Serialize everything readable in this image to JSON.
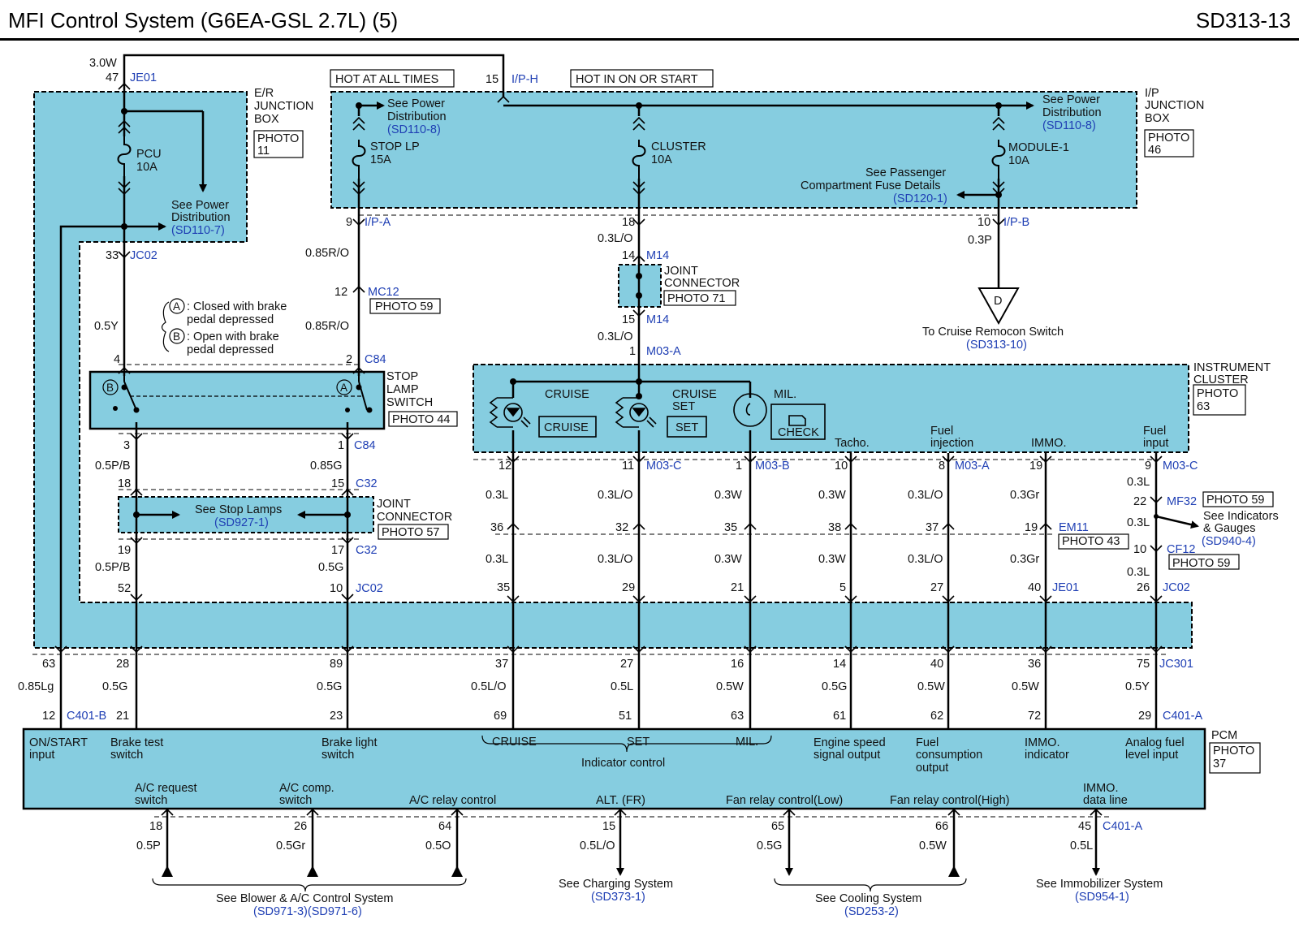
{
  "title": "MFI Control System (G6EA-GSL 2.7L) (5)",
  "code": "SD313-13",
  "er_box": {
    "l1": "E/R",
    "l2": "JUNCTION",
    "l3": "BOX",
    "ph1": "PHOTO",
    "ph2": "11"
  },
  "ip_box": {
    "l1": "I/P",
    "l2": "JUNCTION",
    "l3": "BOX",
    "ph1": "PHOTO",
    "ph2": "46"
  },
  "top": {
    "hot_all": "HOT AT ALL TIMES",
    "hot_on": "HOT IN ON OR START",
    "w30": "3.0W",
    "p47": "47",
    "je01": "JE01",
    "p15": "15",
    "iph": "I/P-H"
  },
  "fuses": {
    "pcu": "PCU",
    "pcu_a": "10A",
    "stop": "STOP LP",
    "stop_a": "15A",
    "cluster": "CLUSTER",
    "cluster_a": "10A",
    "module": "MODULE-1",
    "module_a": "10A"
  },
  "refs": {
    "see_power": "See Power",
    "distribution": "Distribution",
    "sd110_7": "(SD110-7)",
    "sd110_8": "(SD110-8)",
    "see_pass": "See Passenger",
    "comp_fuse": "Compartment Fuse Details",
    "sd120_1": "(SD120-1)",
    "to_cruise": "To Cruise Remocon Switch",
    "sd313_10": "(SD313-10)",
    "d": "D"
  },
  "wires": {
    "p33": "33",
    "jc02": "JC02",
    "y05": "0.5Y",
    "p9": "9",
    "ipa": "I/P-A",
    "r085": "0.85R/O",
    "p12": "12",
    "mc12": "MC12",
    "photo59": "PHOTO 59",
    "p2": "2",
    "c84": "C84",
    "p4": "4",
    "p18": "18",
    "l03o": "0.3L/O",
    "p14": "14",
    "m14": "M14",
    "p15b": "15",
    "p1": "1",
    "m03a": "M03-A",
    "p10": "10",
    "ipb": "I/P-B",
    "p03": "0.3P",
    "jc_label1": "JOINT",
    "jc_label2": "CONNECTOR",
    "photo71": "PHOTO 71"
  },
  "notes": {
    "a1": "A",
    "a_txt": ": Closed with brake",
    "a_txt2": "pedal depressed",
    "b1": "B",
    "b_txt": ": Open with brake",
    "b_txt2": "pedal depressed"
  },
  "stop_switch": {
    "l1": "STOP",
    "l2": "LAMP",
    "l3": "SWITCH",
    "photo": "PHOTO 44",
    "a": "A",
    "b": "B"
  },
  "lower_left": {
    "p3": "3",
    "p1": "1",
    "c84": "C84",
    "pb05": "0.5P/B",
    "g085": "0.85G",
    "p18": "18",
    "p15": "15",
    "c32": "C32",
    "see_stop": "See Stop Lamps",
    "sd927": "(SD927-1)",
    "jc1": "JOINT",
    "jc2": "CONNECTOR",
    "photo57": "PHOTO 57",
    "p19": "19",
    "p17": "17",
    "c32b": "C32",
    "pb05b": "0.5P/B",
    "g05": "0.5G",
    "p52": "52",
    "p10": "10",
    "jc02": "JC02"
  },
  "cluster": {
    "l1": "INSTRUMENT",
    "l2": "CLUSTER",
    "ph1": "PHOTO",
    "ph2": "63",
    "cruise": "CRUISE",
    "cruise_box": "CRUISE",
    "cruise_set1": "CRUISE",
    "cruise_set2": "SET",
    "set_box": "SET",
    "mil": "MIL.",
    "check": "CHECK",
    "tacho": "Tacho.",
    "fuel_inj1": "Fuel",
    "fuel_inj2": "injection",
    "immo": "IMMO.",
    "fuel_in1": "Fuel",
    "fuel_in2": "input"
  },
  "cols": [
    {
      "a": "12",
      "ac": "",
      "w1": "0.3L",
      "b": "36",
      "w2": "0.3L",
      "c": "35",
      "d": "37",
      "w3": "0.5L/O",
      "e": "69"
    },
    {
      "a": "11",
      "ac": "M03-C",
      "w1": "0.3L/O",
      "b": "32",
      "w2": "0.3L/O",
      "c": "29",
      "d": "27",
      "w3": "0.5L",
      "e": "51"
    },
    {
      "a": "1",
      "ac": "M03-B",
      "w1": "0.3W",
      "b": "35",
      "w2": "0.3W",
      "c": "21",
      "d": "16",
      "w3": "0.5W",
      "e": "63"
    },
    {
      "a": "10",
      "ac": "",
      "w1": "0.3W",
      "b": "38",
      "w2": "0.3W",
      "c": "5",
      "d": "14",
      "w3": "0.5G",
      "e": "61"
    },
    {
      "a": "8",
      "ac": "M03-A",
      "w1": "0.3L/O",
      "b": "37",
      "w2": "0.3L/O",
      "c": "27",
      "d": "40",
      "w3": "0.5W",
      "e": "62"
    },
    {
      "a": "19",
      "ac": "",
      "w1": "0.3Gr",
      "b": "19",
      "w2": "0.3Gr",
      "c": "40",
      "d": "36",
      "w3": "0.5W",
      "e": "72"
    }
  ],
  "right_col": {
    "a": "9",
    "ac": "M03-C",
    "w1": "0.3L",
    "b": "22",
    "bc": "MF32",
    "photo59a": "PHOTO 59",
    "w2": "0.3L",
    "c": "10",
    "cc": "CF12",
    "photo59b": "PHOTO 59",
    "w3": "0.3L",
    "d": "26",
    "dc": "JC02",
    "e": "75",
    "ec": "JC301",
    "w4": "0.5Y",
    "f": "29",
    "fc": "C401-A",
    "em11": "EM11",
    "photo43": "PHOTO 43",
    "je01": "JE01",
    "see_ind": "See Indicators",
    "gauges": "& Gauges",
    "sd940": "(SD940-4)"
  },
  "left_cols": {
    "p63": "63",
    "lg085": "0.85Lg",
    "p12": "12",
    "c401b": "C401-B",
    "p28": "28",
    "g05a": "0.5G",
    "p21": "21",
    "p89": "89",
    "g05b": "0.5G",
    "p23": "23"
  },
  "pcm": {
    "name": "PCM",
    "ph1": "PHOTO",
    "ph2": "37",
    "on1": "ON/START",
    "on2": "input",
    "bt1": "Brake test",
    "bt2": "switch",
    "bl1": "Brake light",
    "bl2": "switch",
    "cruise": "CRUISE",
    "set": "SET",
    "mil": "MIL.",
    "ind": "Indicator control",
    "es1": "Engine speed",
    "es2": "signal output",
    "fc1": "Fuel",
    "fc2": "consumption",
    "fc3": "output",
    "im1": "IMMO.",
    "im2": "indicator",
    "af1": "Analog fuel",
    "af2": "level input",
    "ac1": "A/C request",
    "ac2": "switch",
    "cm1": "A/C comp.",
    "cm2": "switch",
    "ar": "A/C relay control",
    "alt": "ALT. (FR)",
    "fl": "Fan relay control(Low)",
    "fh": "Fan relay control(High)",
    "idl1": "IMMO.",
    "idl2": "data line"
  },
  "bottom": {
    "p18": "18",
    "w18": "0.5P",
    "p26": "26",
    "w26": "0.5Gr",
    "p64": "64",
    "w64": "0.5O",
    "p15": "15",
    "w15": "0.5L/O",
    "p65": "65",
    "w65": "0.5G",
    "p66": "66",
    "w66": "0.5W",
    "p45": "45",
    "c401a": "C401-A",
    "w45": "0.5L",
    "blower": "See Blower & A/C Control System",
    "blower_ref": "(SD971-3)(SD971-6)",
    "charge": "See Charging System",
    "charge_ref": "(SD373-1)",
    "cool": "See Cooling System",
    "cool_ref": "(SD253-2)",
    "immo": "See Immobilizer System",
    "immo_ref": "(SD954-1)"
  },
  "colors": {
    "fill": "#86cde0",
    "line": "#000000",
    "ref": "#1f3fb4"
  }
}
